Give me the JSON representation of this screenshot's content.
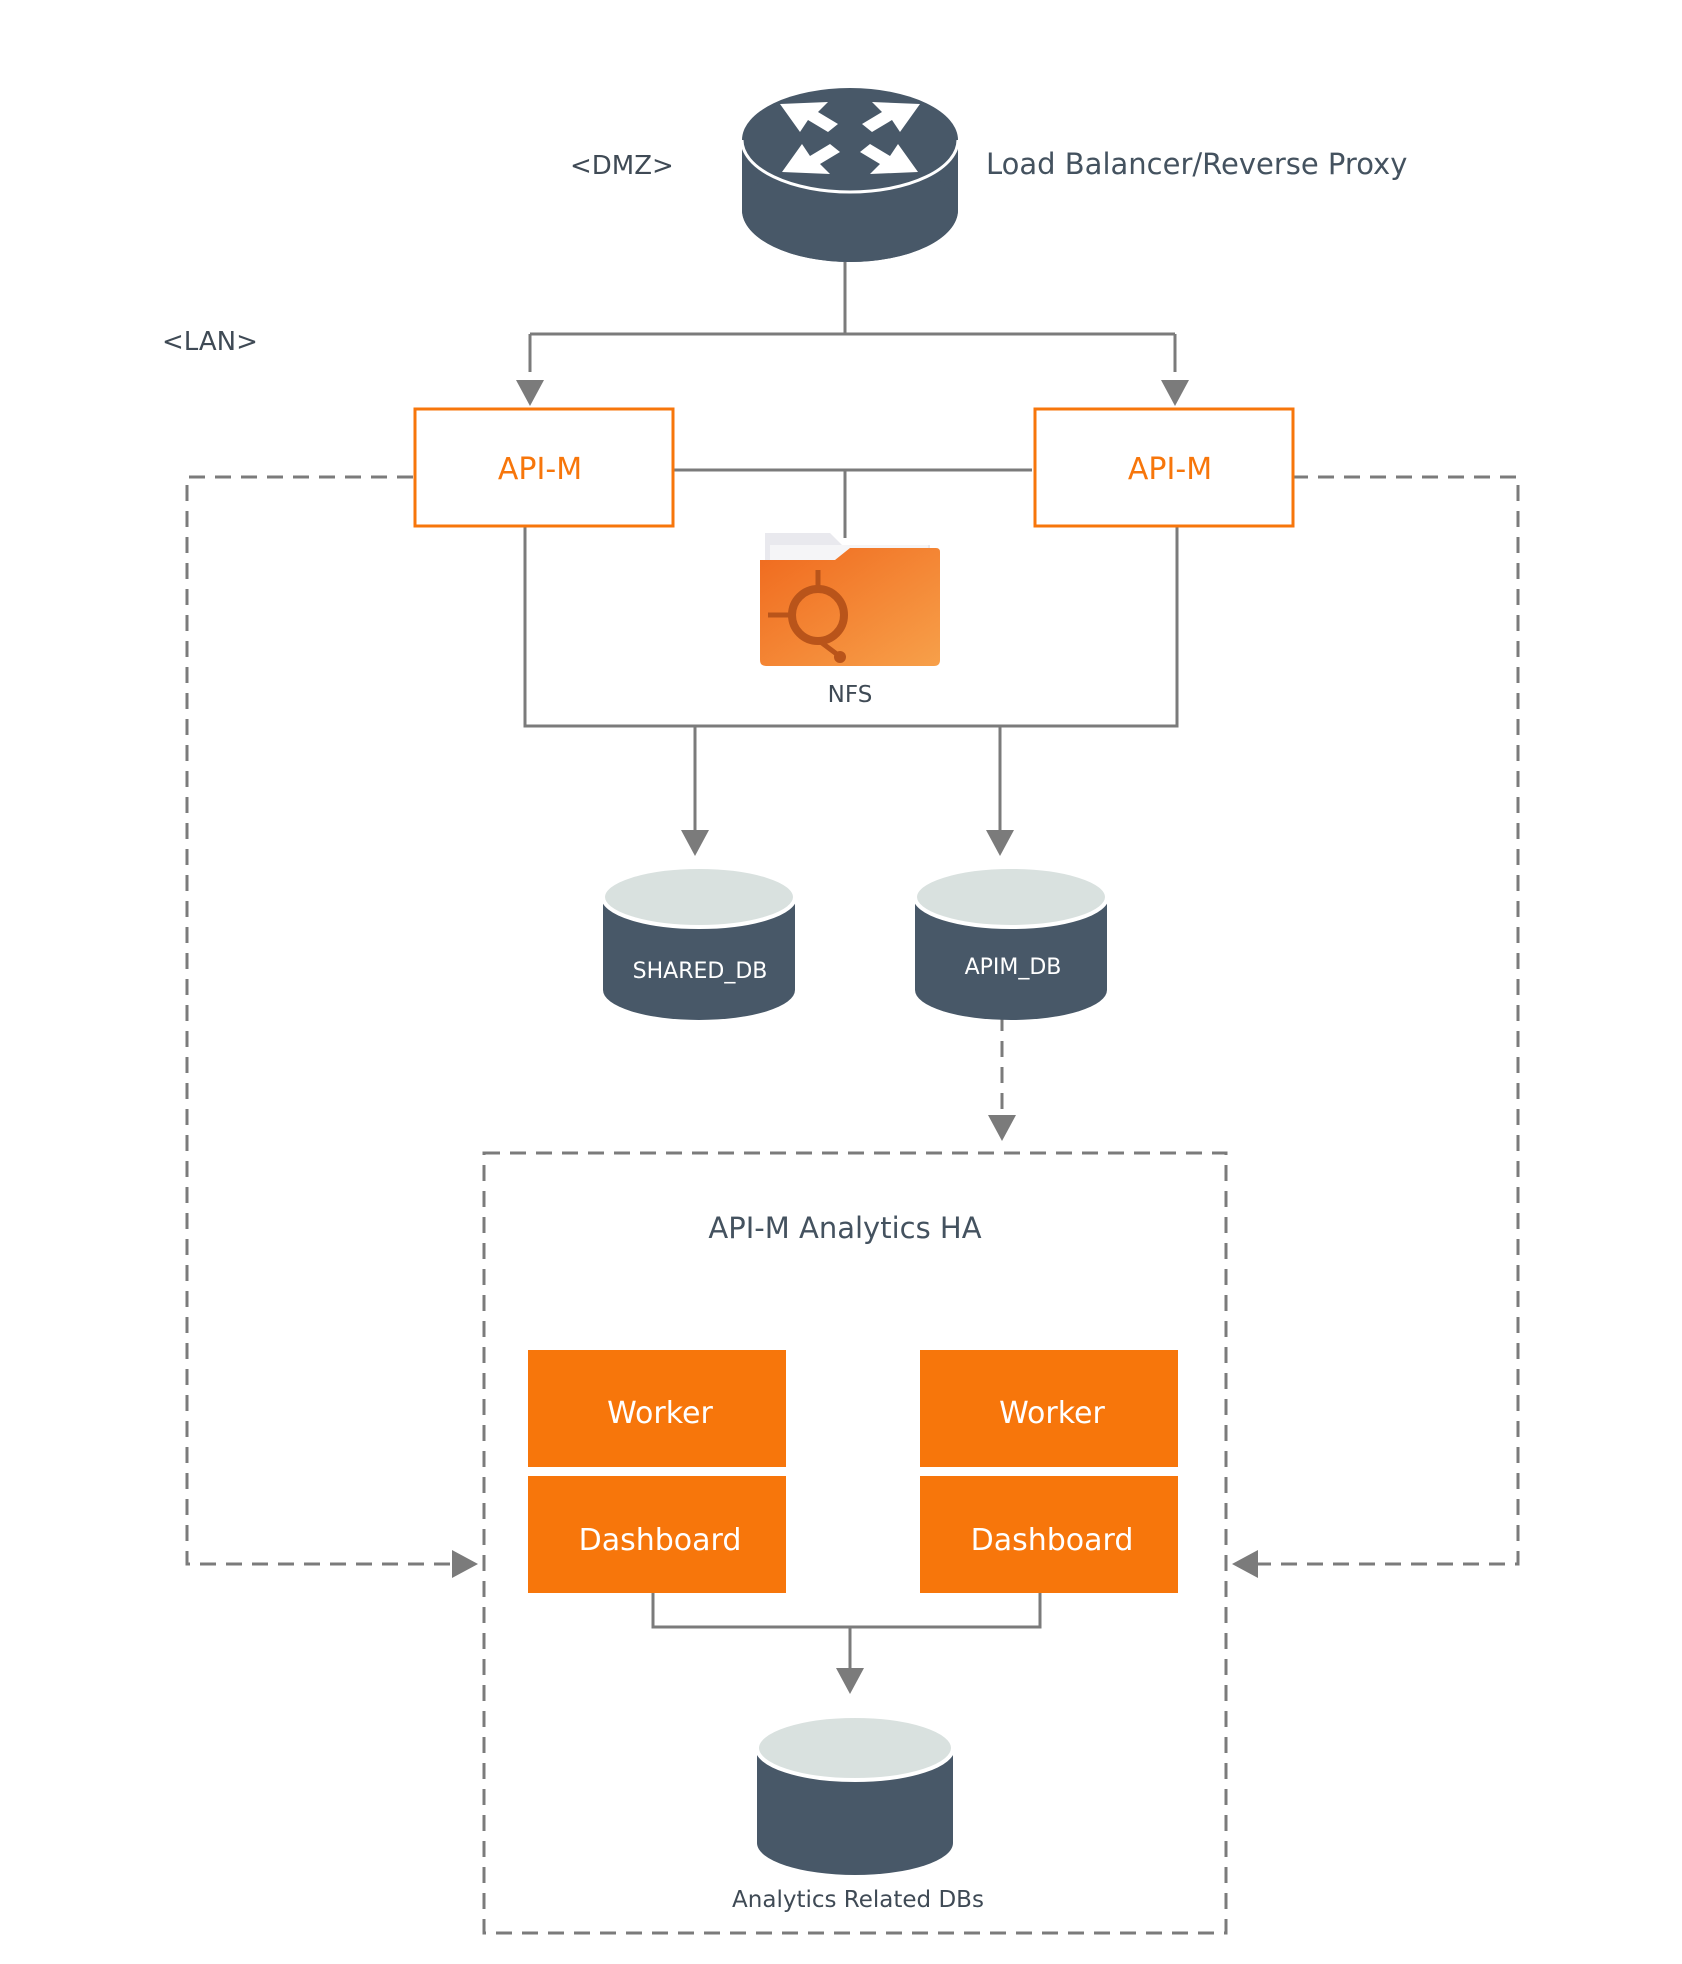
{
  "zones": {
    "dmz": "<DMZ>",
    "lan": "<LAN>"
  },
  "load_balancer": {
    "label": "Load Balancer/Reverse Proxy"
  },
  "apim_nodes": [
    {
      "label": "API-M"
    },
    {
      "label": "API-M"
    }
  ],
  "nfs": {
    "label": "NFS"
  },
  "databases": {
    "shared_db": "SHARED_DB",
    "apim_db": "APIM_DB",
    "analytics_dbs": "Analytics Related DBs"
  },
  "analytics": {
    "title": "API-M Analytics HA",
    "nodes": [
      {
        "worker": "Worker",
        "dashboard": "Dashboard"
      },
      {
        "worker": "Worker",
        "dashboard": "Dashboard"
      }
    ]
  },
  "colors": {
    "orange": "#f7760b",
    "slate": "#485868",
    "db_top": "#d9e1df",
    "line": "#7b7b7b"
  }
}
